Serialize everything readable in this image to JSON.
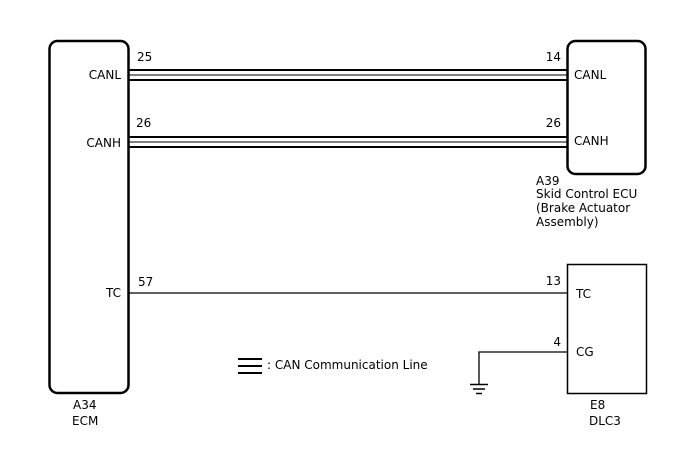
{
  "ecm": {
    "connector": "A34",
    "name": "ECM",
    "pins": {
      "canl": {
        "label": "CANL",
        "number": "25"
      },
      "canh": {
        "label": "CANH",
        "number": "26"
      },
      "tc": {
        "label": "TC",
        "number": "57"
      }
    }
  },
  "skid_ecu": {
    "connector": "A39",
    "name_lines": [
      "Skid Control ECU",
      "(Brake Actuator",
      "Assembly)"
    ],
    "pins": {
      "canl": {
        "label": "CANL",
        "number": "14"
      },
      "canh": {
        "label": "CANH",
        "number": "26"
      }
    }
  },
  "dlc3": {
    "connector": "E8",
    "name": "DLC3",
    "pins": {
      "tc": {
        "label": "TC",
        "number": "13"
      },
      "cg": {
        "label": "CG",
        "number": "4"
      }
    }
  },
  "legend": {
    "text": ": CAN Communication Line"
  },
  "colors": {
    "line": "#000000",
    "background": "#ffffff"
  }
}
